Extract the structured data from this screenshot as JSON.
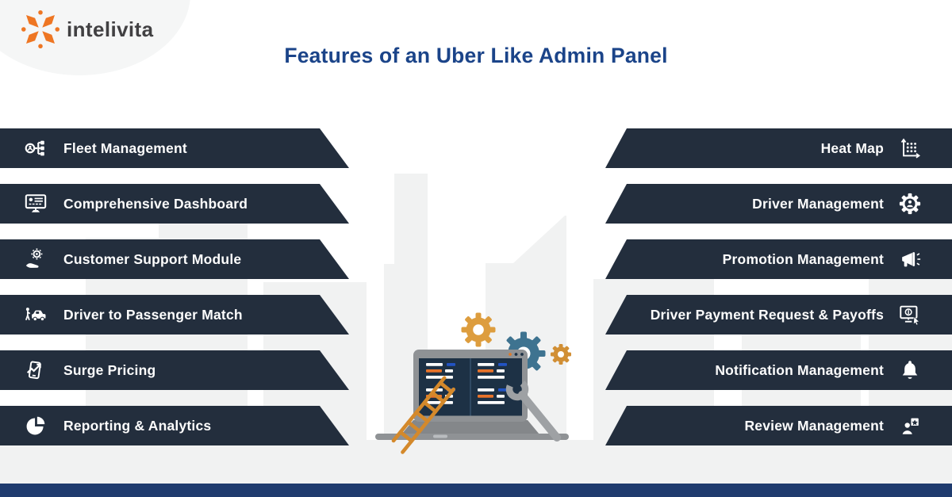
{
  "brand": {
    "name": "intelivita"
  },
  "header": {
    "title": "Features of an Uber Like Admin Panel"
  },
  "left_features": [
    {
      "label": "Fleet Management",
      "icon": "fleet-management-icon"
    },
    {
      "label": "Comprehensive Dashboard",
      "icon": "dashboard-monitor-icon"
    },
    {
      "label": "Customer Support Module",
      "icon": "hand-gear-icon"
    },
    {
      "label": "Driver to Passenger Match",
      "icon": "person-car-icon"
    },
    {
      "label": "Surge Pricing",
      "icon": "phone-rising-chart-icon"
    },
    {
      "label": "Reporting & Analytics",
      "icon": "pie-chart-icon"
    }
  ],
  "right_features": [
    {
      "label": "Heat Map",
      "icon": "scatter-plot-icon"
    },
    {
      "label": "Driver Management",
      "icon": "gear-person-icon"
    },
    {
      "label": "Promotion Management",
      "icon": "megaphone-icon"
    },
    {
      "label": "Driver Payment Request & Payoffs",
      "icon": "monitor-dollar-cursor-icon"
    },
    {
      "label": "Notification Management",
      "icon": "bell-icon"
    },
    {
      "label": "Review Management",
      "icon": "person-star-icon"
    }
  ],
  "colors": {
    "banner_navy": "#232e3d",
    "title_blue": "#1b4489",
    "brand_orange": "#ee7623",
    "brand_text": "#414042",
    "footer_navy": "#1f3b6e",
    "skyline_gray": "#f1f2f2",
    "gear_gold": "#dd9d3e",
    "gear_teal": "#3e7390",
    "gear_orange": "#d18f35",
    "laptop_gray": "#8f9295",
    "screen_navy": "#1d3145",
    "code_orange": "#e8732a",
    "code_blue": "#2253c2",
    "ladder_orange": "#d4892b"
  }
}
